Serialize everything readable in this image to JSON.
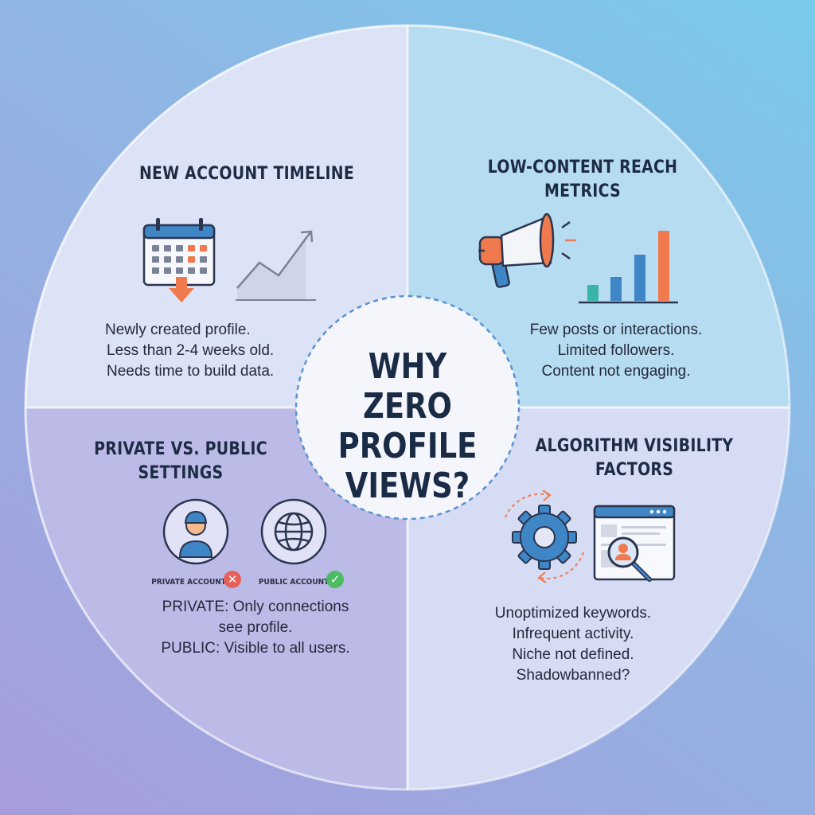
{
  "center": {
    "title_lines": [
      "WHY ZERO",
      "PROFILE",
      "VIEWS?"
    ]
  },
  "quadrants": [
    {
      "id": "new-account",
      "title_lines": [
        "NEW ACCOUNT TIMELINE"
      ],
      "lines": [
        "Newly created profile.",
        "Less than 2-4 weeks old.",
        "Needs time to build data."
      ],
      "icons": [
        "calendar-icon",
        "trend-line-icon"
      ]
    },
    {
      "id": "low-content",
      "title_lines": [
        "LOW-CONTENT REACH",
        "METRICS"
      ],
      "lines": [
        "Few posts or interactions.",
        "Limited followers.",
        "Content not engaging."
      ],
      "icons": [
        "megaphone-icon",
        "bar-chart-icon"
      ]
    },
    {
      "id": "privacy",
      "title_lines": [
        "PRIVATE VS. PUBLIC",
        "SETTINGS"
      ],
      "lines": [
        "PRIVATE: Only connections",
        "see profile.",
        "PUBLIC: Visible to all users."
      ],
      "icons": [
        "user-icon",
        "globe-icon"
      ],
      "badges": [
        {
          "label": "PRIVATE ACCOUNT",
          "status": "cross",
          "color": "#e8605a"
        },
        {
          "label": "PUBLIC ACCOUNT",
          "status": "check",
          "color": "#4cbb63"
        }
      ]
    },
    {
      "id": "algorithm",
      "title_lines": [
        "ALGORITHM VISIBILITY",
        "FACTORS"
      ],
      "lines": [
        "Unoptimized keywords.",
        "Infrequent activity.",
        "Niche not defined.",
        "Shadowbanned?"
      ],
      "icons": [
        "gear-icon",
        "search-window-icon"
      ]
    }
  ],
  "colors": {
    "blue": "#3f86c6",
    "orange": "#f07a4e",
    "teal": "#38b4a8",
    "navy": "#1d2b45"
  }
}
